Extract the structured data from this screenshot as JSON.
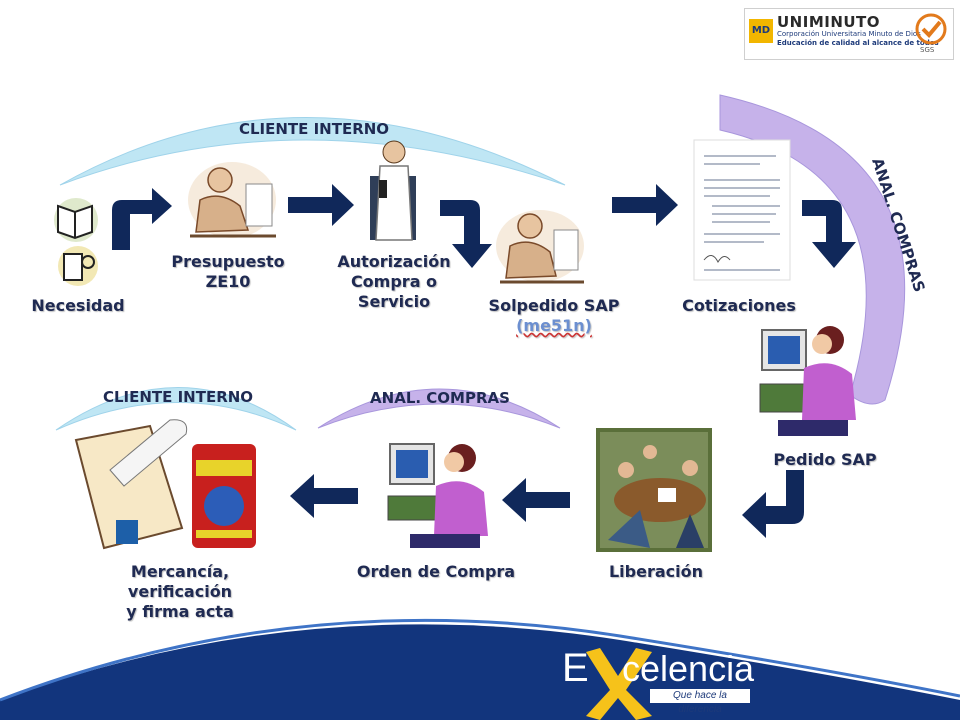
{
  "header": {
    "institution_name": "UNIMINUTO",
    "institution_subtitle": "Corporación Universitaria Minuto de Dios",
    "institution_tagline": "Educación de calidad al alcance de todos",
    "logo_mark": "MD",
    "cert_label": "SGS"
  },
  "arcs": {
    "top_left": "CLIENTE INTERNO",
    "right": "ANAL. COMPRAS",
    "bottom_middle": "ANAL. COMPRAS",
    "bottom_left": "CLIENTE INTERNO"
  },
  "steps": {
    "necesidad": "Necesidad",
    "presupuesto_line1": "Presupuesto",
    "presupuesto_line2": "ZE10",
    "autorizacion_line1": "Autorización",
    "autorizacion_line2": "Compra o Servicio",
    "solpedido": "Solpedido SAP",
    "solpedido_code": "(me51n)",
    "cotizaciones": "Cotizaciones",
    "pedido": "Pedido SAP",
    "liberacion": "Liberación",
    "orden": "Orden de Compra",
    "mercancia_line1": "Mercancía, verificación",
    "mercancia_line2": "y firma acta"
  },
  "footer": {
    "brand_e": "E",
    "brand_rest": "celencia",
    "brand_tagline": "Que hace la diferencia"
  },
  "colors": {
    "arc_blue": "#bfe6f4",
    "arc_purple": "#c6b2ea",
    "arrow_navy": "#10285a",
    "label_navy": "#1f2a52",
    "footer_blue": "#12357d",
    "accent_yellow": "#f6c21a"
  }
}
